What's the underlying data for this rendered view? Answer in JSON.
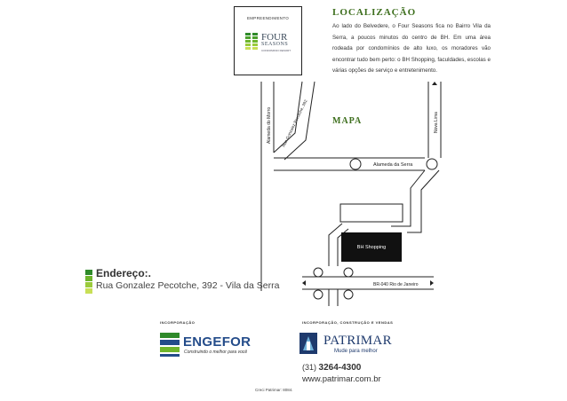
{
  "empreendimento": {
    "label": "EMPREENDIMENTO",
    "logo_word1": "FOUR",
    "logo_word2": "SEASONS",
    "logo_sub": "CONDOMINIO RESORT"
  },
  "localizacao": {
    "title": "LOCALIZAÇÃO",
    "text": "Ao lado do Belvedere, o Four Seasons fica no Bairro Vila da Serra, a poucos minutos do centro de BH. Em uma área rodeada por condomínios de alto luxo, os moradores vão encontrar tudo bem perto: o BH Shopping, faculdades, escolas e várias opções de serviço e entretenimento."
  },
  "mapa": {
    "title": "MAPA",
    "streets": {
      "alameda_morro": "Alameda do Morro",
      "gonzalez": "Rua Gonzalez Pecotche, 392",
      "nova_lima": "Nova Lima",
      "alameda_serra": "Alameda da Serra",
      "br040": "BR-040 Rio de Janeiro"
    },
    "bh_shopping": "BH Shopping"
  },
  "endereco": {
    "title": "Endereço:.",
    "value": "Rua Gonzalez Pecotche, 392 - Vila da Serra"
  },
  "incorporacao": {
    "label": "INCORPORAÇÃO",
    "company": "ENGEFOR",
    "tagline": "Construindo o melhor para você"
  },
  "incorporacao_construcao": {
    "label": "INCORPORAÇÃO, CONSTRUÇÃO E VENDAS",
    "company": "PATRIMAR",
    "tagline": "Mude para melhor",
    "phone_prefix": "(31)",
    "phone_number": "3264-4300",
    "site": "www.patrimar.com.br"
  },
  "creci": "Creci Patrimar: 8084.",
  "colors": {
    "title_green": "#3e6f1e",
    "bar_green_1": "#2f8a2a",
    "bar_green_2": "#6fb52c",
    "bar_green_3": "#b9d84a",
    "engefor_blue": "#244c8a",
    "patrimar_blue": "#1e3a6d",
    "shopping_box": "#111111"
  }
}
